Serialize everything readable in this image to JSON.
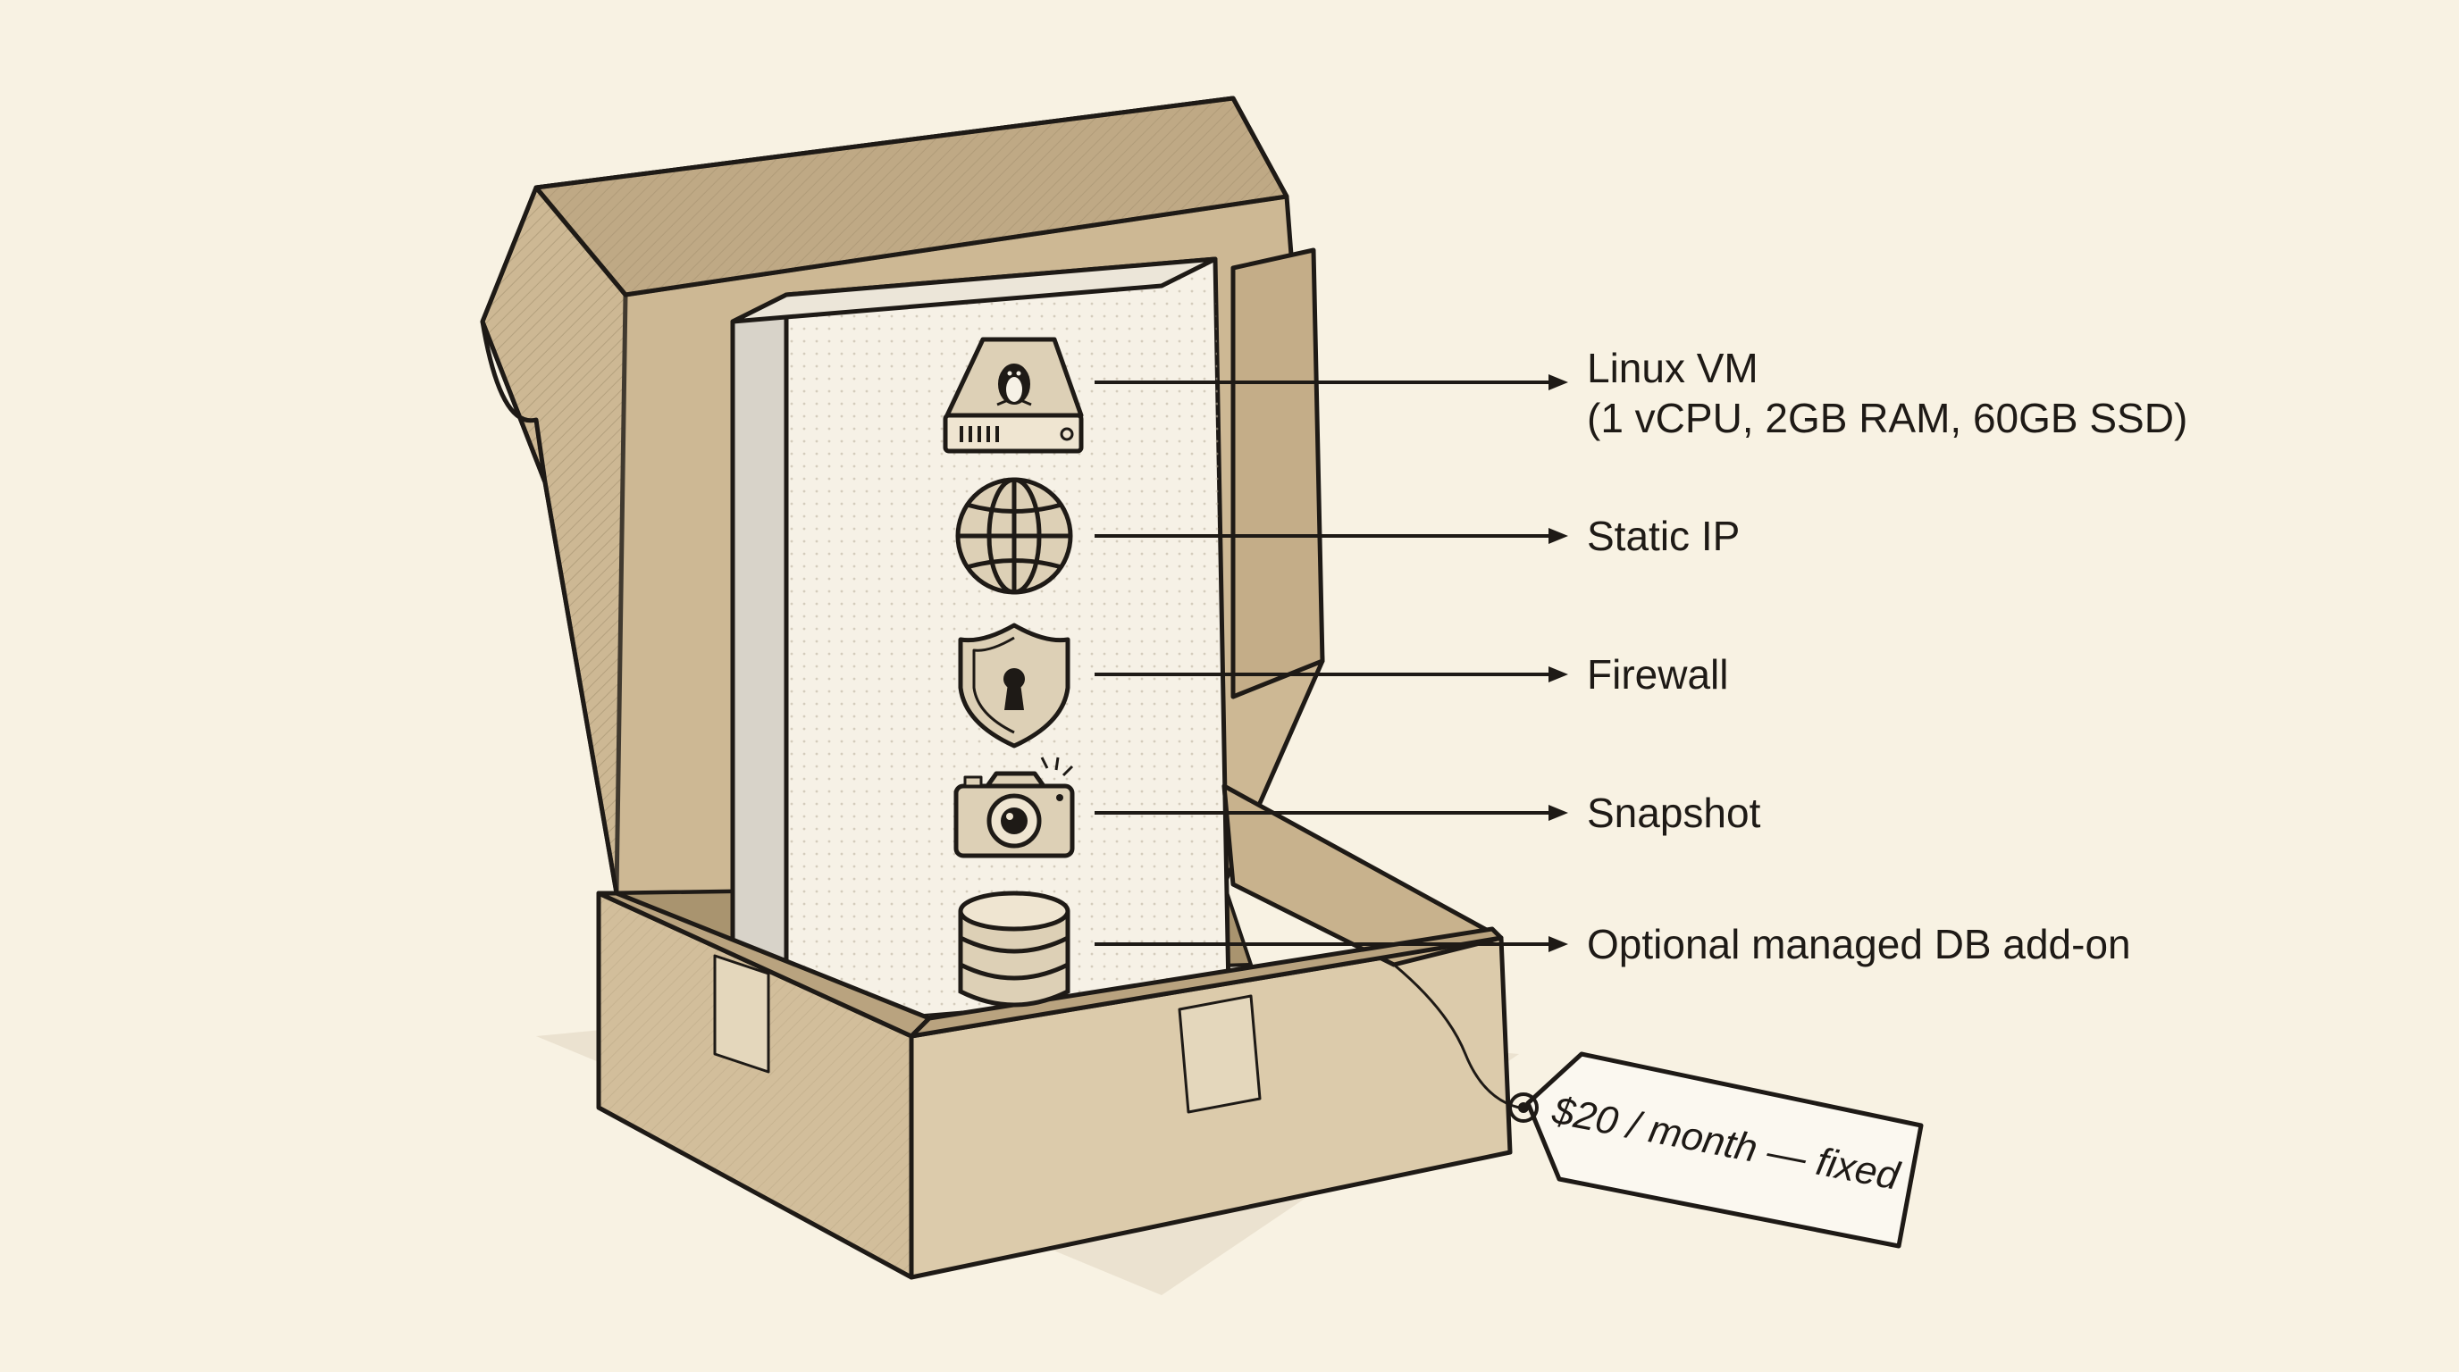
{
  "features": [
    {
      "id": "linux-vm",
      "icon": "linux-vm-server-icon",
      "label": "Linux VM",
      "detail": "(1 vCPU, 2GB RAM, 60GB SSD)"
    },
    {
      "id": "static-ip",
      "icon": "globe-icon",
      "label": "Static IP"
    },
    {
      "id": "firewall",
      "icon": "shield-keyhole-icon",
      "label": "Firewall"
    },
    {
      "id": "snapshot",
      "icon": "camera-icon",
      "label": "Snapshot"
    },
    {
      "id": "managed-db",
      "icon": "database-icon",
      "label": "Optional managed DB add-on"
    }
  ],
  "price_tag": {
    "text": "$20 / month — fixed",
    "icon": "price-tag-icon"
  },
  "colors": {
    "background": "#f8f2e3",
    "cardboard": "#d7c4a4",
    "cardboard_dark": "#b9a37f",
    "ink": "#1e1a16",
    "panel": "#f6f1e6"
  }
}
